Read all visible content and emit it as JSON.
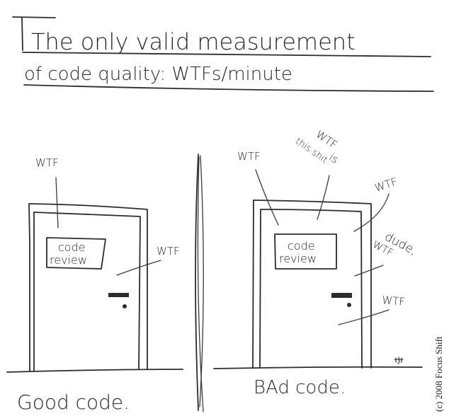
{
  "title": {
    "line1": "The only valid measurement",
    "line2": "of code quality: WTFs/minute"
  },
  "panels": [
    {
      "caption": "Good code.",
      "door_sign": {
        "line1": "code",
        "line2": "review"
      },
      "exclamations": [
        "WTF",
        "WTF"
      ]
    },
    {
      "caption": "BAd code.",
      "door_sign": {
        "line1": "code",
        "line2": "review"
      },
      "exclamations": [
        "WTF",
        "WTF is this shit",
        "WTF",
        "dude, WTF",
        "WTF"
      ],
      "exclamation_parts": {
        "wtf_is_line1": "WTF",
        "wtf_is_line2": "is",
        "wtf_is_line3": "this shit",
        "dude_line1": "dude,",
        "dude_line2": "WTF"
      }
    }
  ],
  "copyright": "(c) 2008 Focus Shift",
  "colors": {
    "ink": "#2c2c2c",
    "paper": "#ffffff"
  }
}
